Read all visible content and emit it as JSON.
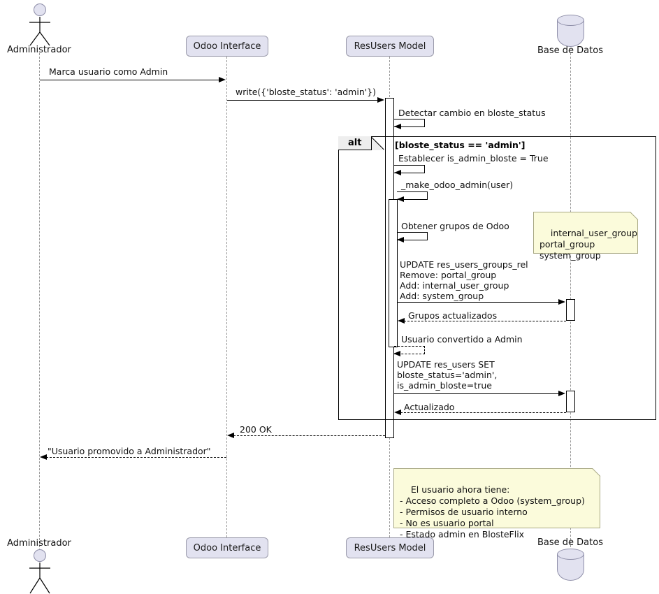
{
  "diagram": {
    "type": "uml-sequence-diagram",
    "title": "",
    "colors": {
      "participant_fill": "#E2E2F0",
      "participant_border": "#9a9aaa",
      "note_fill": "#FBFBDB",
      "note_border": "#A8A884",
      "frame_tab_fill": "#EEEEEE",
      "line": "#000000",
      "lifeline": "#9a9a9a"
    }
  },
  "participants": [
    {
      "id": "actor",
      "label": "Administrador",
      "kind": "actor"
    },
    {
      "id": "odoo",
      "label": "Odoo Interface",
      "kind": "box"
    },
    {
      "id": "model",
      "label": "ResUsers Model",
      "kind": "box"
    },
    {
      "id": "db",
      "label": "Base de Datos",
      "kind": "database"
    }
  ],
  "footer_participants": [
    {
      "id": "actor",
      "label": "Administrador",
      "kind": "actor"
    },
    {
      "id": "odoo",
      "label": "Odoo Interface",
      "kind": "box"
    },
    {
      "id": "model",
      "label": "ResUsers Model",
      "kind": "box"
    },
    {
      "id": "db",
      "label": "Base de Datos",
      "kind": "database"
    }
  ],
  "messages": [
    {
      "id": "m1",
      "text": "Marca usuario como Admin",
      "from": "actor",
      "to": "odoo",
      "style": "solid",
      "direction": "right"
    },
    {
      "id": "m2",
      "text": "write({'bloste_status': 'admin'})",
      "from": "odoo",
      "to": "model",
      "style": "solid",
      "direction": "right"
    },
    {
      "id": "m3",
      "text": "Detectar cambio en bloste_status",
      "from": "model",
      "to": "model",
      "style": "solid",
      "direction": "self"
    },
    {
      "id": "m4",
      "text": "Establecer is_admin_bloste = True",
      "from": "model",
      "to": "model",
      "style": "solid",
      "direction": "self"
    },
    {
      "id": "m5",
      "text": "_make_odoo_admin(user)",
      "from": "model",
      "to": "model",
      "style": "solid",
      "direction": "self"
    },
    {
      "id": "m6",
      "text": "Obtener grupos de Odoo",
      "from": "model",
      "to": "model",
      "style": "solid",
      "direction": "self"
    },
    {
      "id": "m7",
      "text": "UPDATE res_users_groups_rel\nRemove: portal_group\nAdd: internal_user_group\nAdd: system_group",
      "from": "model",
      "to": "db",
      "style": "solid",
      "direction": "right"
    },
    {
      "id": "m8",
      "text": "Grupos actualizados",
      "from": "db",
      "to": "model",
      "style": "dashed",
      "direction": "left"
    },
    {
      "id": "m9",
      "text": "Usuario convertido a Admin",
      "from": "model",
      "to": "model",
      "style": "dashed",
      "direction": "self"
    },
    {
      "id": "m10",
      "text": "UPDATE res_users SET\nbloste_status='admin',\nis_admin_bloste=true",
      "from": "model",
      "to": "db",
      "style": "solid",
      "direction": "right"
    },
    {
      "id": "m11",
      "text": "Actualizado",
      "from": "db",
      "to": "model",
      "style": "dashed",
      "direction": "left"
    },
    {
      "id": "m12",
      "text": "200 OK",
      "from": "model",
      "to": "odoo",
      "style": "dashed",
      "direction": "left"
    },
    {
      "id": "m13",
      "text": "\"Usuario promovido a Administrador\"",
      "from": "odoo",
      "to": "actor",
      "style": "dashed",
      "direction": "left"
    }
  ],
  "fragments": [
    {
      "id": "alt1",
      "operator": "alt",
      "guard": "[bloste_status == 'admin']"
    }
  ],
  "notes": [
    {
      "id": "note-groups",
      "attached_to": "db",
      "lines": [
        "internal_user_group",
        "portal_group",
        "system_group"
      ],
      "text": "internal_user_group\nportal_group\nsystem_group"
    },
    {
      "id": "note-summary",
      "attached_to": "model",
      "lines": [
        "El usuario ahora tiene:",
        "- Acceso completo a Odoo (system_group)",
        "- Permisos de usuario interno",
        "- No es usuario portal",
        "- Estado admin en BlosteFlix"
      ],
      "text": "El usuario ahora tiene:\n- Acceso completo a Odoo (system_group)\n- Permisos de usuario interno\n- No es usuario portal\n- Estado admin en BlosteFlix"
    }
  ]
}
